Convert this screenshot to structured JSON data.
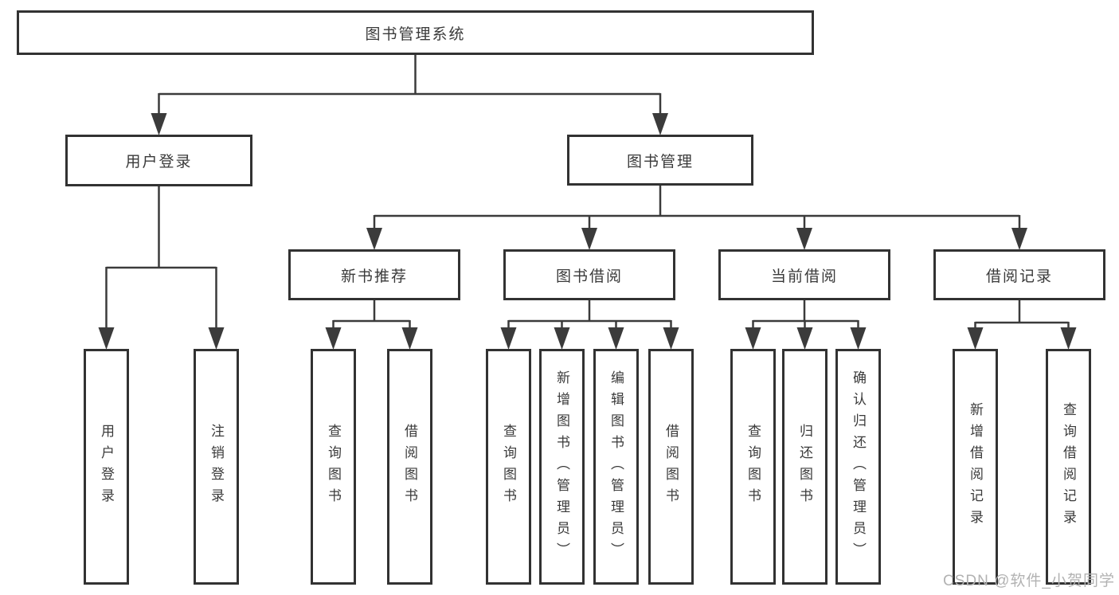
{
  "diagram": {
    "root": {
      "label": "图书管理系统"
    },
    "login_branch": {
      "label": "用户登录",
      "leaves": [
        {
          "label": "用户登录"
        },
        {
          "label": "注销登录"
        }
      ]
    },
    "book_branch": {
      "label": "图书管理",
      "children": [
        {
          "label": "新书推荐",
          "leaves": [
            {
              "label": "查询图书"
            },
            {
              "label": "借阅图书"
            }
          ]
        },
        {
          "label": "图书借阅",
          "leaves": [
            {
              "label": "查询图书"
            },
            {
              "label": "新增图书（管理员）"
            },
            {
              "label": "编辑图书（管理员）"
            },
            {
              "label": "借阅图书"
            }
          ]
        },
        {
          "label": "当前借阅",
          "leaves": [
            {
              "label": "查询图书"
            },
            {
              "label": "归还图书"
            },
            {
              "label": "确认归还（管理员）"
            }
          ]
        },
        {
          "label": "借阅记录",
          "leaves": [
            {
              "label": "新增借阅记录"
            },
            {
              "label": "查询借阅记录"
            }
          ]
        }
      ]
    },
    "watermark": "CSDN @软件_小贺同学",
    "colors": {
      "line": "#3b3b3b",
      "border": "#323232",
      "text": "#3a3a3a",
      "watermark": "#b2b2b2",
      "background": "#ffffff"
    }
  }
}
